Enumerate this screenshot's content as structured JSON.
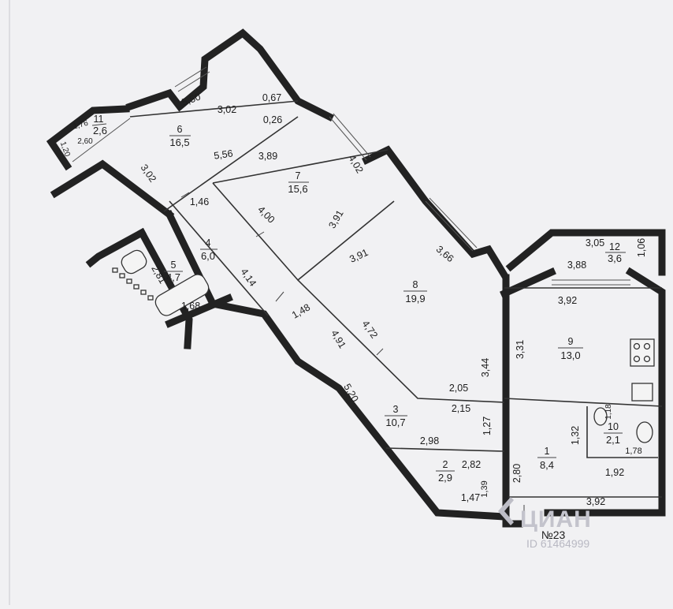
{
  "plan": {
    "number_label": "№23",
    "watermark": {
      "brand": "ЦИАН",
      "id_text": "ID 61464999"
    }
  },
  "rooms": [
    {
      "id": "1",
      "number": "1",
      "area": "8,4"
    },
    {
      "id": "2",
      "number": "2",
      "area": "2,9"
    },
    {
      "id": "3",
      "number": "3",
      "area": "10,7"
    },
    {
      "id": "4",
      "number": "4",
      "area": "6,0"
    },
    {
      "id": "5",
      "number": "5",
      "area": "4,7"
    },
    {
      "id": "6",
      "number": "6",
      "area": "16,5"
    },
    {
      "id": "7",
      "number": "7",
      "area": "15,6"
    },
    {
      "id": "8",
      "number": "8",
      "area": "19,9"
    },
    {
      "id": "9",
      "number": "9",
      "area": "13,0"
    },
    {
      "id": "10",
      "number": "10",
      "area": "2,1"
    },
    {
      "id": "11",
      "number": "11",
      "area": "2,6"
    },
    {
      "id": "12",
      "number": "12",
      "area": "3,6"
    }
  ],
  "dimensions": [
    "5,50",
    "3,02",
    "0,67",
    "0,26",
    "5,56",
    "1,76",
    "2,60",
    "1,20",
    "3,02",
    "3,89",
    "4,02",
    "1,46",
    "4,00",
    "3,91",
    "2,81",
    "1,68",
    "4,14",
    "3,91",
    "3,66",
    "1,48",
    "4,91",
    "4,72",
    "3,44",
    "5,20",
    "2,05",
    "2,15",
    "1,27",
    "2,98",
    "2,82",
    "1,39",
    "1,47",
    "3,05",
    "1,06",
    "3,88",
    "3,92",
    "3,31",
    "1,18",
    "1,32",
    "1,78",
    "2,80",
    "1,92",
    "3,92"
  ]
}
